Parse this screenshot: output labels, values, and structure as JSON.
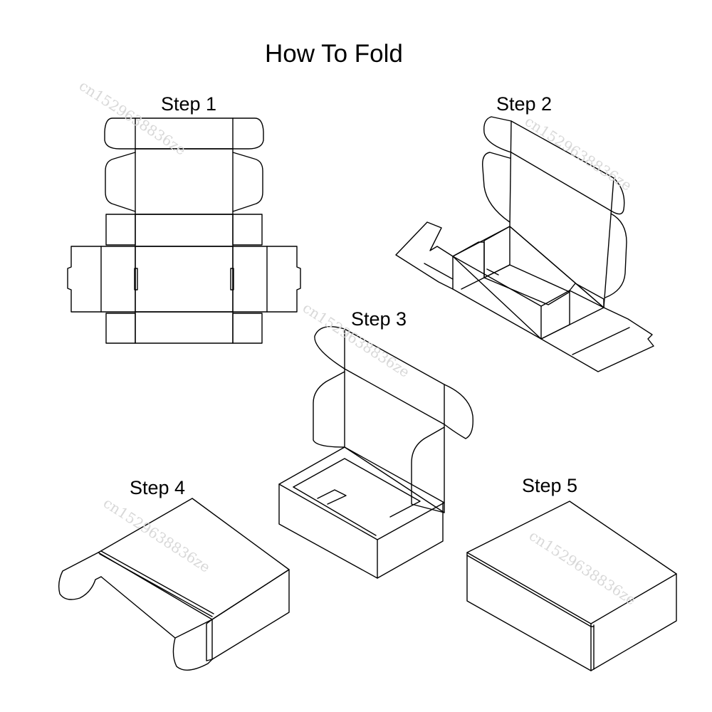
{
  "title": "How To Fold",
  "steps": [
    {
      "label": "Step 1"
    },
    {
      "label": "Step 2"
    },
    {
      "label": "Step 3"
    },
    {
      "label": "Step 4"
    },
    {
      "label": "Step 5"
    }
  ],
  "watermark": "cn1529638836ze",
  "colors": {
    "line": "#000000",
    "background": "#ffffff",
    "watermark": "#d8d8d8"
  }
}
